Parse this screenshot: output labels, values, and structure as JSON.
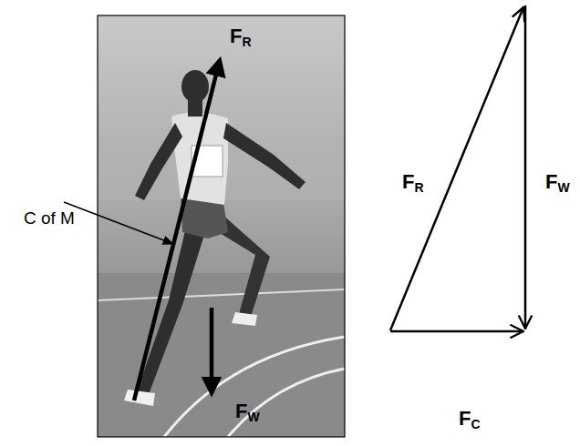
{
  "diagram": {
    "labels": [
      "FR",
      "FW",
      "C of M",
      "FR",
      "FW",
      "FC"
    ]
  }
}
